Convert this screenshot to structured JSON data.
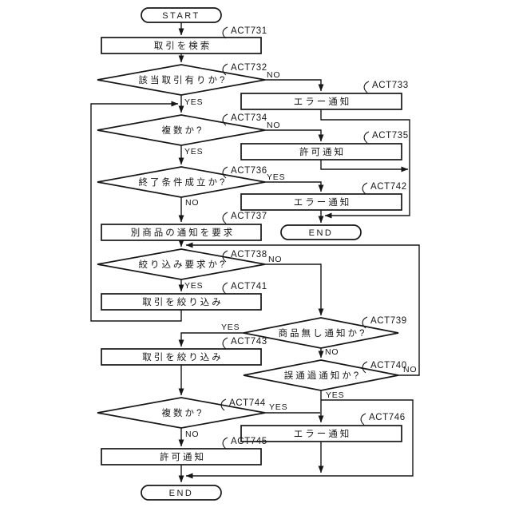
{
  "diagram": {
    "start_label": "START",
    "end_label": "END",
    "yes": "YES",
    "no": "NO",
    "colors": {
      "ink": "#161616",
      "background": "#ffffff"
    },
    "nodes": {
      "act731": {
        "id": "ACT731",
        "text": "取引を検索"
      },
      "act732": {
        "id": "ACT732",
        "text": "該当取引有りか?"
      },
      "act733": {
        "id": "ACT733",
        "text": "エラー通知"
      },
      "act734": {
        "id": "ACT734",
        "text": "複数か?"
      },
      "act735": {
        "id": "ACT735",
        "text": "許可通知"
      },
      "act736": {
        "id": "ACT736",
        "text": "終了条件成立か?"
      },
      "act737": {
        "id": "ACT737",
        "text": "別商品の通知を要求"
      },
      "act738": {
        "id": "ACT738",
        "text": "絞り込み要求か?"
      },
      "act739": {
        "id": "ACT739",
        "text": "商品無し通知か?"
      },
      "act740": {
        "id": "ACT740",
        "text": "誤通過通知か?"
      },
      "act741": {
        "id": "ACT741",
        "text": "取引を絞り込み"
      },
      "act742": {
        "id": "ACT742",
        "text": "エラー通知"
      },
      "act743": {
        "id": "ACT743",
        "text": "取引を絞り込み"
      },
      "act744": {
        "id": "ACT744",
        "text": "複数か?"
      },
      "act745": {
        "id": "ACT745",
        "text": "許可通知"
      },
      "act746": {
        "id": "ACT746",
        "text": "エラー通知"
      }
    }
  }
}
